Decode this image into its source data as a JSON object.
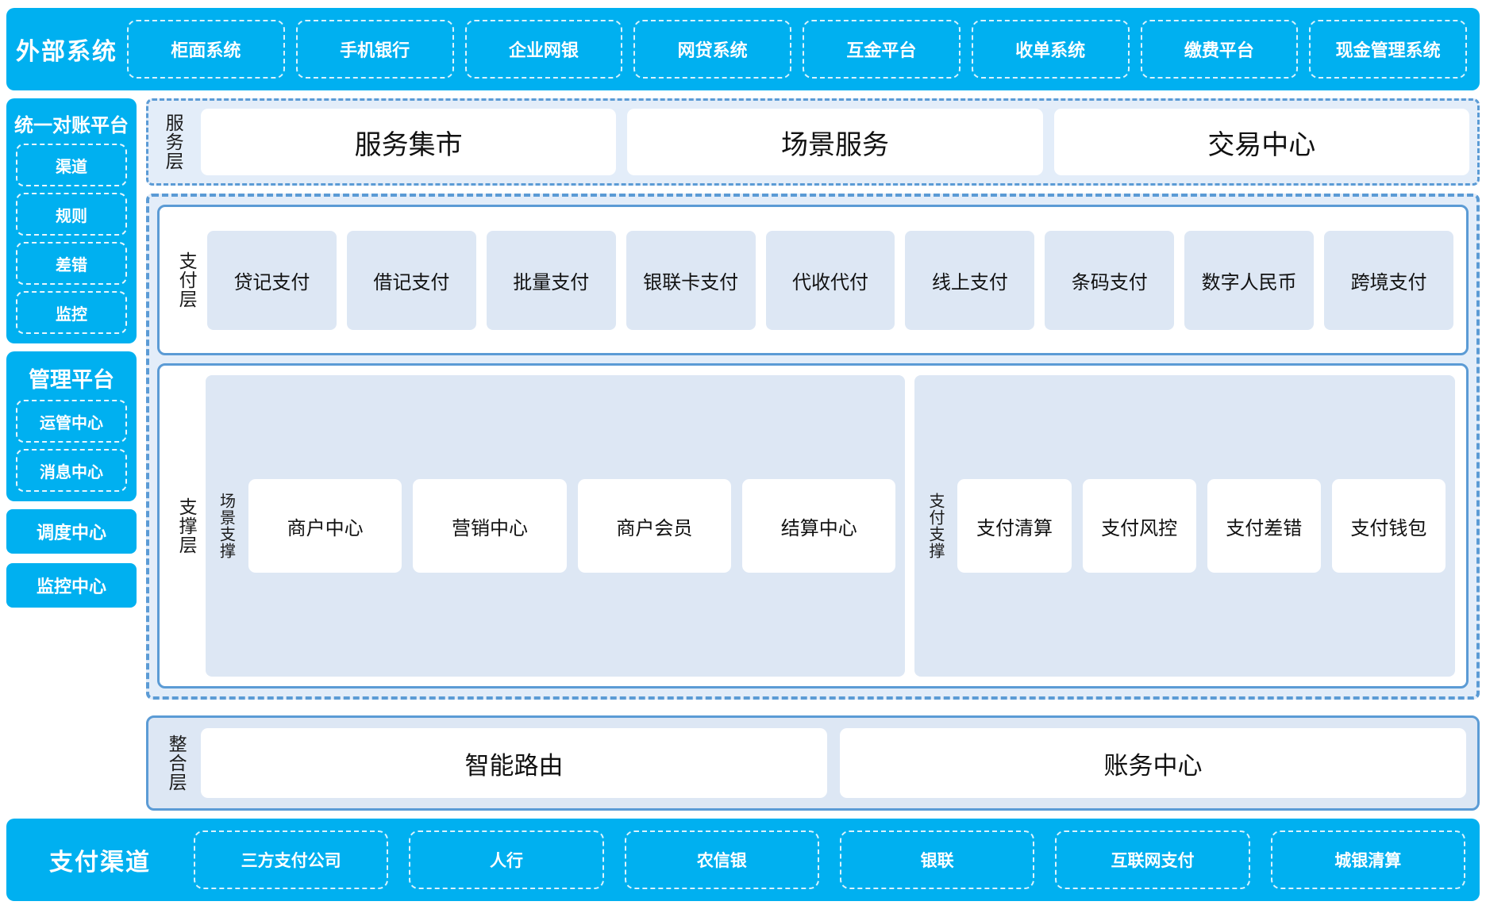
{
  "external_systems": {
    "title": "外部系统",
    "items": [
      "柜面系统",
      "手机银行",
      "企业网银",
      "网贷系统",
      "互金平台",
      "收单系统",
      "缴费平台",
      "现金管理系统"
    ]
  },
  "rail": {
    "reconcile_platform": {
      "title": "统一对账平台",
      "items": [
        "渠道",
        "规则",
        "差错",
        "监控"
      ]
    },
    "management_platform": {
      "title": "管理平台",
      "items": [
        "运管中心",
        "消息中心"
      ]
    },
    "standalone": [
      "调度中心",
      "监控中心"
    ]
  },
  "service_layer": {
    "label": "服务层",
    "cards": [
      "服务集市",
      "场景服务",
      "交易中心"
    ]
  },
  "payment_layer": {
    "label": "支付层",
    "items": [
      "贷记支付",
      "借记支付",
      "批量支付",
      "银联卡支付",
      "代收代付",
      "线上支付",
      "条码支付",
      "数字人民币",
      "跨境支付"
    ]
  },
  "support_layer": {
    "label": "支撑层",
    "groups": [
      {
        "label": "场景支撑",
        "cards": [
          "商户中心",
          "营销中心",
          "商户会员",
          "结算中心"
        ]
      },
      {
        "label": "支付支撑",
        "cards": [
          "支付清算",
          "支付风控",
          "支付差错",
          "支付钱包"
        ]
      }
    ]
  },
  "integration_layer": {
    "label": "整合层",
    "cards": [
      "智能路由",
      "账务中心"
    ]
  },
  "payment_channels": {
    "title": "支付渠道",
    "items": [
      "三方支付公司",
      "人行",
      "农信银",
      "银联",
      "互联网支付",
      "城银清算"
    ]
  },
  "colors": {
    "brand_blue": "#00b0f0",
    "panel_border_blue": "#5b9bd5",
    "light_panel": "#dde7f4",
    "dash_bg": "#e3edf9",
    "white": "#ffffff"
  }
}
